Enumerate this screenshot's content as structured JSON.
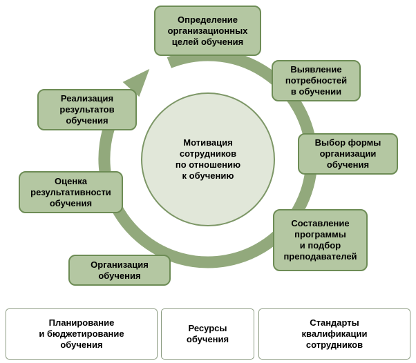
{
  "colors": {
    "background": "#ffffff",
    "step_fill": "#b4c7a2",
    "step_border": "#6d8c55",
    "ring": "#92a97c",
    "center_fill": "#e1e7d9",
    "center_border": "#7d9767",
    "foundation_border": "#8a9a80",
    "text": "#000000"
  },
  "cycle": {
    "center_label": "Мотивация\nсотрудников\nпо отношению\nк обучению",
    "steps": [
      {
        "label": "Определение\nорганизационных\nцелей обучения"
      },
      {
        "label": "Выявление\nпотребностей\nв обучении"
      },
      {
        "label": "Выбор формы\nорганизации\nобучения"
      },
      {
        "label": "Составление\nпрограммы\nи подбор\nпреподавателей"
      },
      {
        "label": "Организация\nобучения"
      },
      {
        "label": "Оценка\nрезультативности\nобучения"
      },
      {
        "label": "Реализация\nрезультатов\nобучения"
      }
    ]
  },
  "foundations": [
    {
      "label": "Планирование\nи бюджетирование\nобучения"
    },
    {
      "label": "Ресурсы\nобучения"
    },
    {
      "label": "Стандарты\nквалификации\nсотрудников"
    }
  ]
}
